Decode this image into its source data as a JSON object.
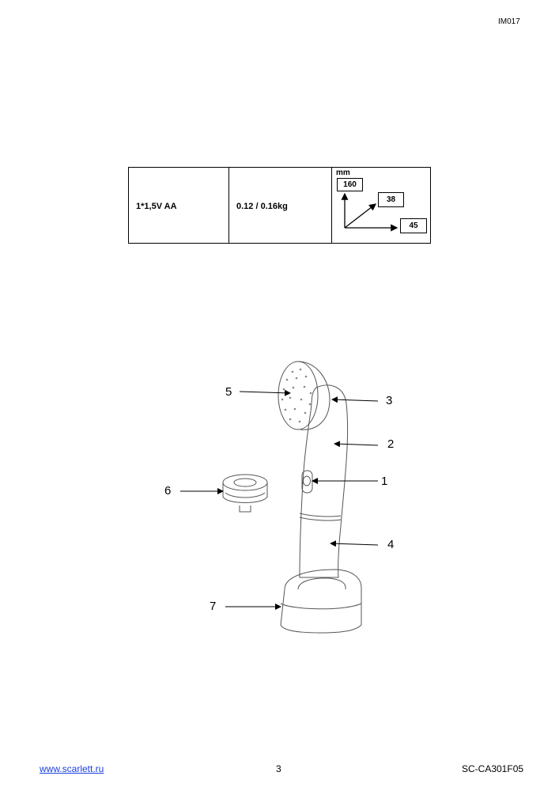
{
  "header": {
    "doc_code": "IM017"
  },
  "specs": {
    "power": "1*1,5V AA",
    "weight": "0.12 / 0.16kg",
    "dimensions": {
      "unit": "mm",
      "height": "160",
      "depth": "38",
      "width": "45"
    }
  },
  "diagram": {
    "callouts": [
      "1",
      "2",
      "3",
      "4",
      "5",
      "6",
      "7"
    ]
  },
  "footer": {
    "link": "www.scarlett.ru",
    "page_number": "3",
    "model_code": "SC-CA301F05"
  },
  "colors": {
    "link": "#1a3ee0",
    "line": "#000000"
  }
}
